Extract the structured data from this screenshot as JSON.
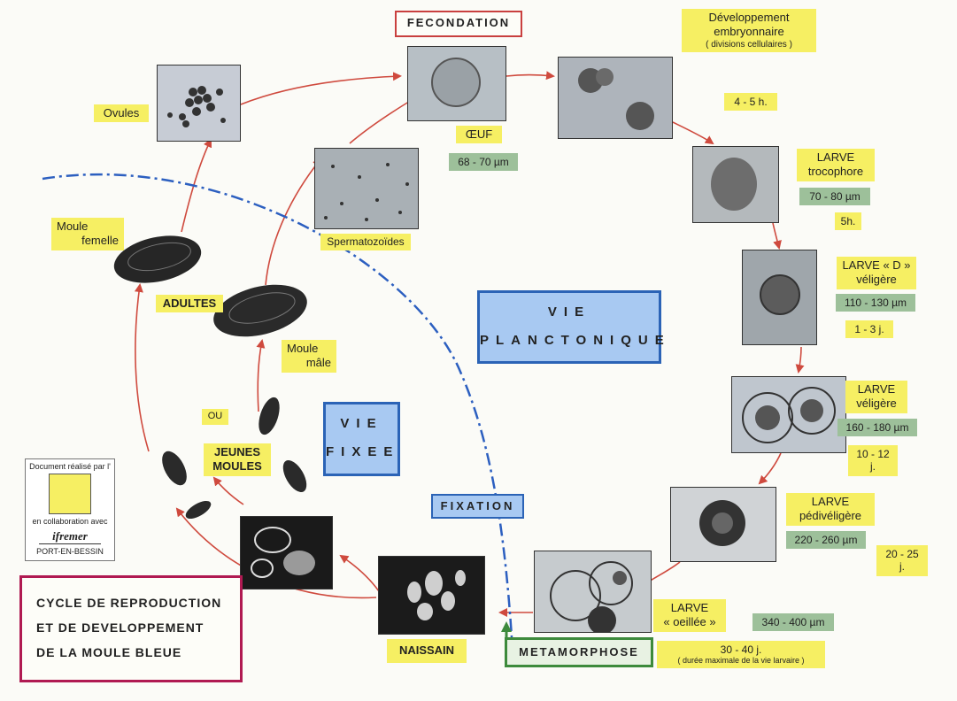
{
  "stages": {
    "fecondation": "FECONDATION",
    "fixation": "FIXATION",
    "metamorphose": "METAMORPHOSE",
    "vie_planctonique_1": "VIE",
    "vie_planctonique_2": "PLANCTONIQUE",
    "vie_fixee_1": "VIE",
    "vie_fixee_2": "FIXEE"
  },
  "labels": {
    "ovules": "Ovules",
    "oeuf": "ŒUF",
    "oeuf_size": "68 - 70 µm",
    "spermatozoides": "Spermatozoïdes",
    "dev_1": "Développement",
    "dev_2": "embryonnaire",
    "dev_3": "( divisions cellulaires )",
    "dev_time": "4 - 5 h.",
    "trocophore_1": "LARVE",
    "trocophore_2": "trocophore",
    "trocophore_size": "70 - 80 µm",
    "trocophore_time": "5h.",
    "veligere_d_1": "LARVE « D »",
    "veligere_d_2": "véligère",
    "veligere_d_size": "110 - 130 µm",
    "veligere_d_time": "1 - 3 j.",
    "veligere_1": "LARVE",
    "veligere_2": "véligère",
    "veligere_size": "160 - 180 µm",
    "veligere_time": "10 - 12 j.",
    "pedi_1": "LARVE",
    "pedi_2": "pédivéligère",
    "pedi_size": "220 - 260 µm",
    "pedi_time": "20 - 25 j.",
    "oeillee_1": "LARVE",
    "oeillee_2": "« oeillée »",
    "oeillee_size": "340 - 400 µm",
    "oeillee_time": "30 - 40 j.",
    "oeillee_note": "( durée maximale de la vie larvaire )",
    "naissain": "NAISSAIN",
    "jeunes_1": "JEUNES",
    "jeunes_2": "MOULES",
    "ou": "OU",
    "adultes": "ADULTES",
    "femelle_1": "Moule",
    "femelle_2": "femelle",
    "male_1": "Moule",
    "male_2": "mâle"
  },
  "title": {
    "line1": "CYCLE DE REPRODUCTION",
    "line2": "ET   DE   DEVELOPPEMENT",
    "line3": "DE   LA  MOULE  BLEUE"
  },
  "logo": {
    "line1": "Document réalisé par l'",
    "line2": "en collaboration avec",
    "brand": "ifremer",
    "place": "PORT-EN-BESSIN"
  },
  "colors": {
    "arrow": "#cf4a3e",
    "boundary": "#2c5fc0",
    "label_yellow": "#f6ef63",
    "label_green": "#9dc09a"
  }
}
